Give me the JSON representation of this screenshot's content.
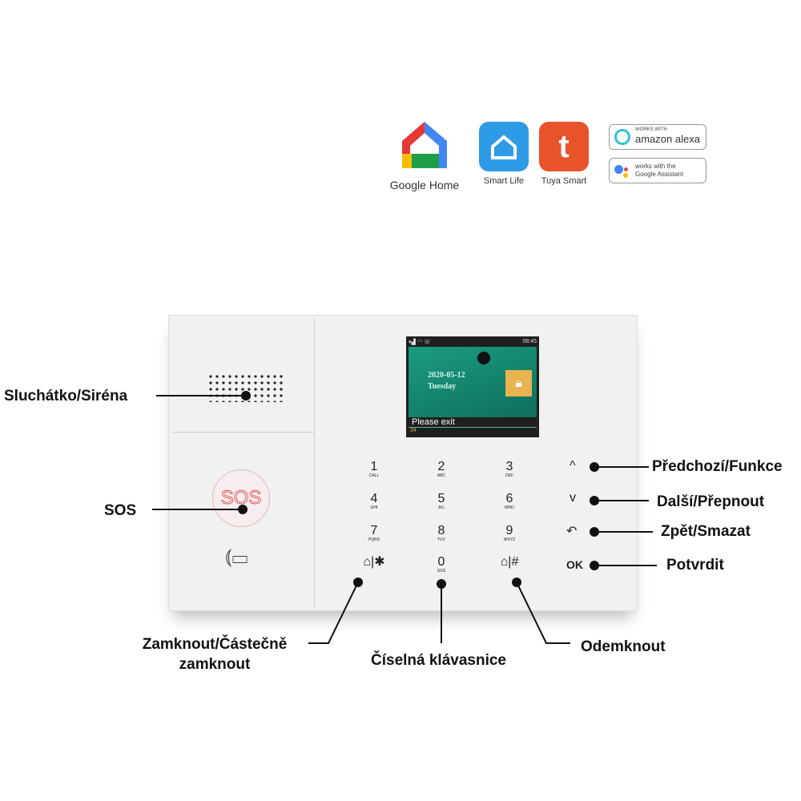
{
  "logos": {
    "google_home": "Google Home",
    "smart_life": "Smart Life",
    "tuya_smart": "Tuya Smart",
    "alexa_small": "WORKS WITH",
    "alexa": "amazon alexa",
    "assistant_small": "works with the",
    "assistant": "Google Assistant"
  },
  "screen": {
    "date": "2020-05-12",
    "day": "Tuesday",
    "time": "08:45",
    "message": "Please exit",
    "counter": "34"
  },
  "keypad": [
    {
      "digit": "1",
      "letters": "CALL"
    },
    {
      "digit": "2",
      "letters": "ABC"
    },
    {
      "digit": "3",
      "letters": "DEF"
    },
    {
      "digit": "4",
      "letters": "GHI"
    },
    {
      "digit": "5",
      "letters": "JKL"
    },
    {
      "digit": "6",
      "letters": "MNO"
    },
    {
      "digit": "7",
      "letters": "PQRS"
    },
    {
      "digit": "8",
      "letters": "TUV"
    },
    {
      "digit": "9",
      "letters": "WXYZ"
    },
    {
      "digit": "⌂|✱",
      "letters": ""
    },
    {
      "digit": "0",
      "letters": "SOS"
    },
    {
      "digit": "⌂|#",
      "letters": ""
    }
  ],
  "device": {
    "sos_button": "SOS",
    "ok": "OK",
    "up": "^",
    "down": "v",
    "back": "↶"
  },
  "annotations": {
    "speaker": "Sluchátko/Siréna",
    "sos": "SOS",
    "prev": "Předchozí/Funkce",
    "next": "Další/Přepnout",
    "back": "Zpět/Smazat",
    "confirm": "Potvrdit",
    "arm_1": "Zamknout/Částečně",
    "arm_2": "zamknout",
    "numpad": "Číselná klávasnice",
    "disarm": "Odemknout"
  },
  "colors": {
    "tuya": "#e8532a",
    "smartlife": "#2e9be6",
    "screen_bg": "#1c8a72",
    "lock_tile": "#e9b34f"
  }
}
